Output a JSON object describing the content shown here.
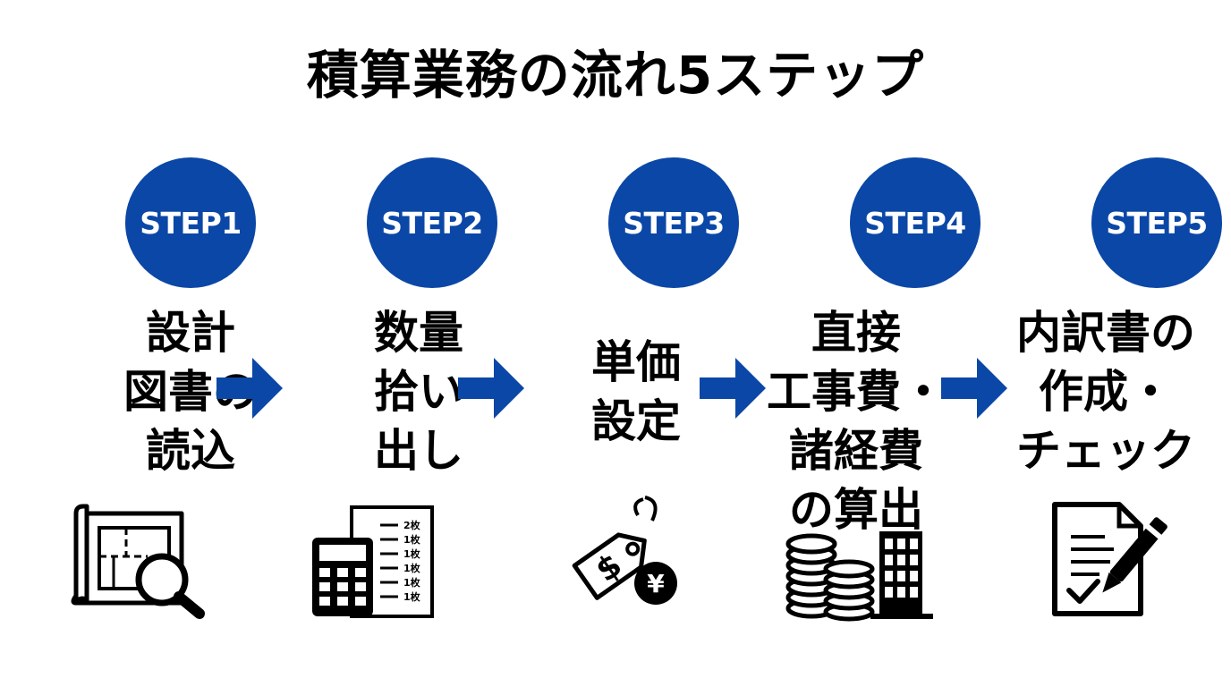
{
  "title": "積算業務の流れ5ステップ",
  "accent_color": "#0b47a6",
  "steps": [
    {
      "badge": "STEP1",
      "lines": [
        "設計",
        "図書の",
        "読込"
      ],
      "icon": "blueprint-magnifier-icon"
    },
    {
      "badge": "STEP2",
      "lines": [
        "数量",
        "拾い",
        "出し"
      ],
      "icon": "calculator-quantity-list-icon",
      "list_items": [
        "2枚",
        "1枚",
        "1枚",
        "1枚",
        "1枚",
        "1枚"
      ]
    },
    {
      "badge": "STEP3",
      "lines": [
        "単価",
        "設定"
      ],
      "icon": "price-tag-yen-icon",
      "tag_symbol": "$",
      "coin_symbol": "¥"
    },
    {
      "badge": "STEP4",
      "lines": [
        "直接",
        "工事費・",
        "諸経費",
        "の算出"
      ],
      "icon": "coins-building-icon"
    },
    {
      "badge": "STEP5",
      "lines": [
        "内訳書の",
        "作成・",
        "チェック"
      ],
      "icon": "document-pen-check-icon"
    }
  ]
}
